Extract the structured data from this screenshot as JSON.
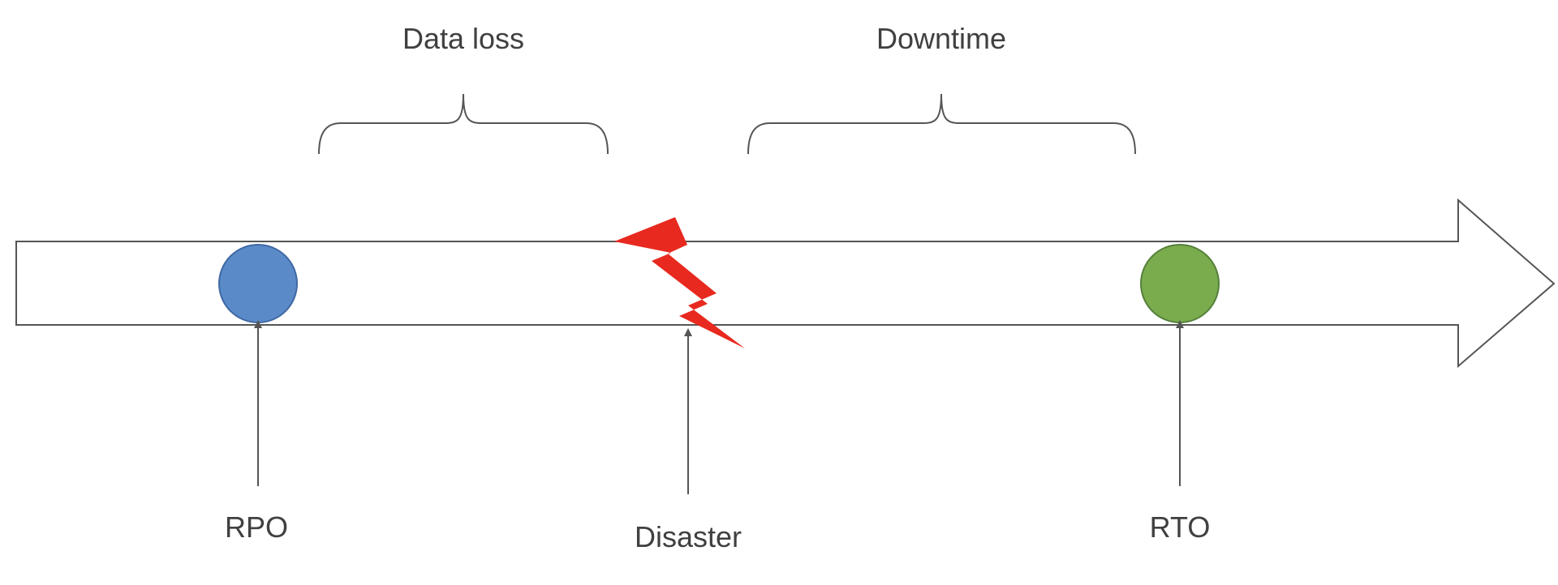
{
  "labels": {
    "data_loss": "Data loss",
    "downtime": "Downtime",
    "rpo": "RPO",
    "disaster": "Disaster",
    "rto": "RTO"
  },
  "colors": {
    "outline": "#404040",
    "rpo_fill": "#5b8ac9",
    "rpo_stroke": "#3f68a3",
    "rto_fill": "#7aac4e",
    "rto_stroke": "#55803a",
    "lightning": "#e8291f",
    "background": "#ffffff"
  }
}
